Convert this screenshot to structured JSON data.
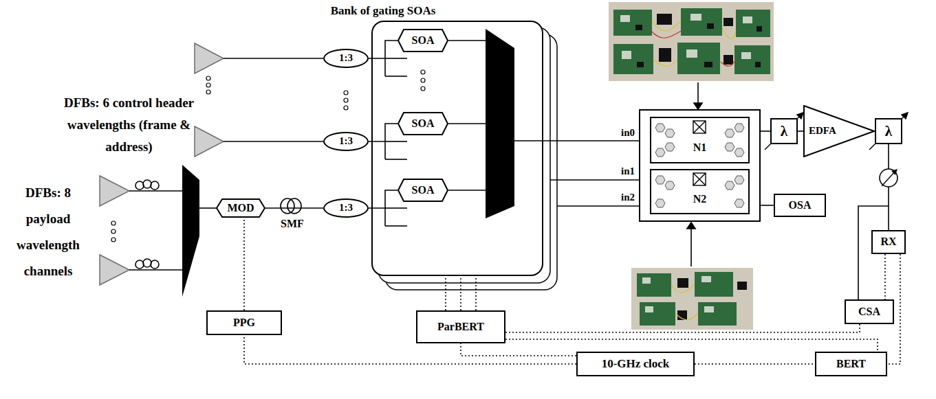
{
  "diagram": {
    "nodes": [
      {
        "text": [
          "Bank of gating SOAs"
        ]
      },
      {
        "text": [
          "SOA"
        ],
        "in": 0
      },
      {
        "text": [
          "SOA"
        ],
        "in": 0
      },
      {
        "text": [
          "SOA"
        ],
        "in": 0
      },
      {
        "text": [
          "1:3"
        ]
      },
      {
        "text": [
          "1:3"
        ]
      },
      {
        "text": [
          "MOD"
        ]
      },
      {
        "text": [
          "1:3"
        ]
      },
      {
        "text": [
          "N1"
        ]
      },
      {
        "text": [
          "N2"
        ]
      },
      {
        "text": [
          "λ"
        ]
      },
      {
        "text": [
          "EDFA"
        ]
      },
      {
        "text": [
          "λ"
        ]
      },
      {
        "text": [
          "OSA"
        ]
      },
      {
        "text": [
          "RX"
        ]
      },
      {
        "text": [
          "CSA"
        ]
      },
      {
        "text": [
          "PPG"
        ]
      },
      {
        "text": [
          "ParBERT"
        ]
      },
      {
        "text": [
          "10-GHz clock"
        ]
      },
      {
        "text": [
          "BERT"
        ]
      }
    ],
    "edges": [
      {
        "from": 6,
        "to": 7,
        "arrow": "none"
      },
      {
        "from": 4,
        "to": 1,
        "arrow": "none"
      },
      {
        "from": 5,
        "to": 2,
        "arrow": "none"
      },
      {
        "from": 7,
        "to": 3,
        "arrow": "none"
      },
      {
        "from": 16,
        "to": 6,
        "arrow": "none"
      },
      {
        "from": 18,
        "to": 16,
        "arrow": "none"
      },
      {
        "from": 18,
        "to": 17,
        "arrow": "none"
      },
      {
        "from": 17,
        "to": 0,
        "arrow": "none"
      },
      {
        "from": 17,
        "to": 15,
        "arrow": "none"
      },
      {
        "from": 17,
        "to": 19,
        "arrow": "none"
      },
      {
        "from": 18,
        "to": 19,
        "arrow": "none"
      },
      {
        "from": 10,
        "to": 11,
        "arrow": "none"
      },
      {
        "from": 11,
        "to": 12,
        "arrow": "none"
      },
      {
        "from": 14,
        "to": 15,
        "arrow": "none"
      },
      {
        "from": 14,
        "to": 19,
        "arrow": "none"
      }
    ],
    "labels": [
      "DFBs: 6 control header wavelengths (frame & address)",
      "DFBs: 8 payload wavelength channels",
      "SMF",
      "in0",
      "in1",
      "in2"
    ]
  }
}
